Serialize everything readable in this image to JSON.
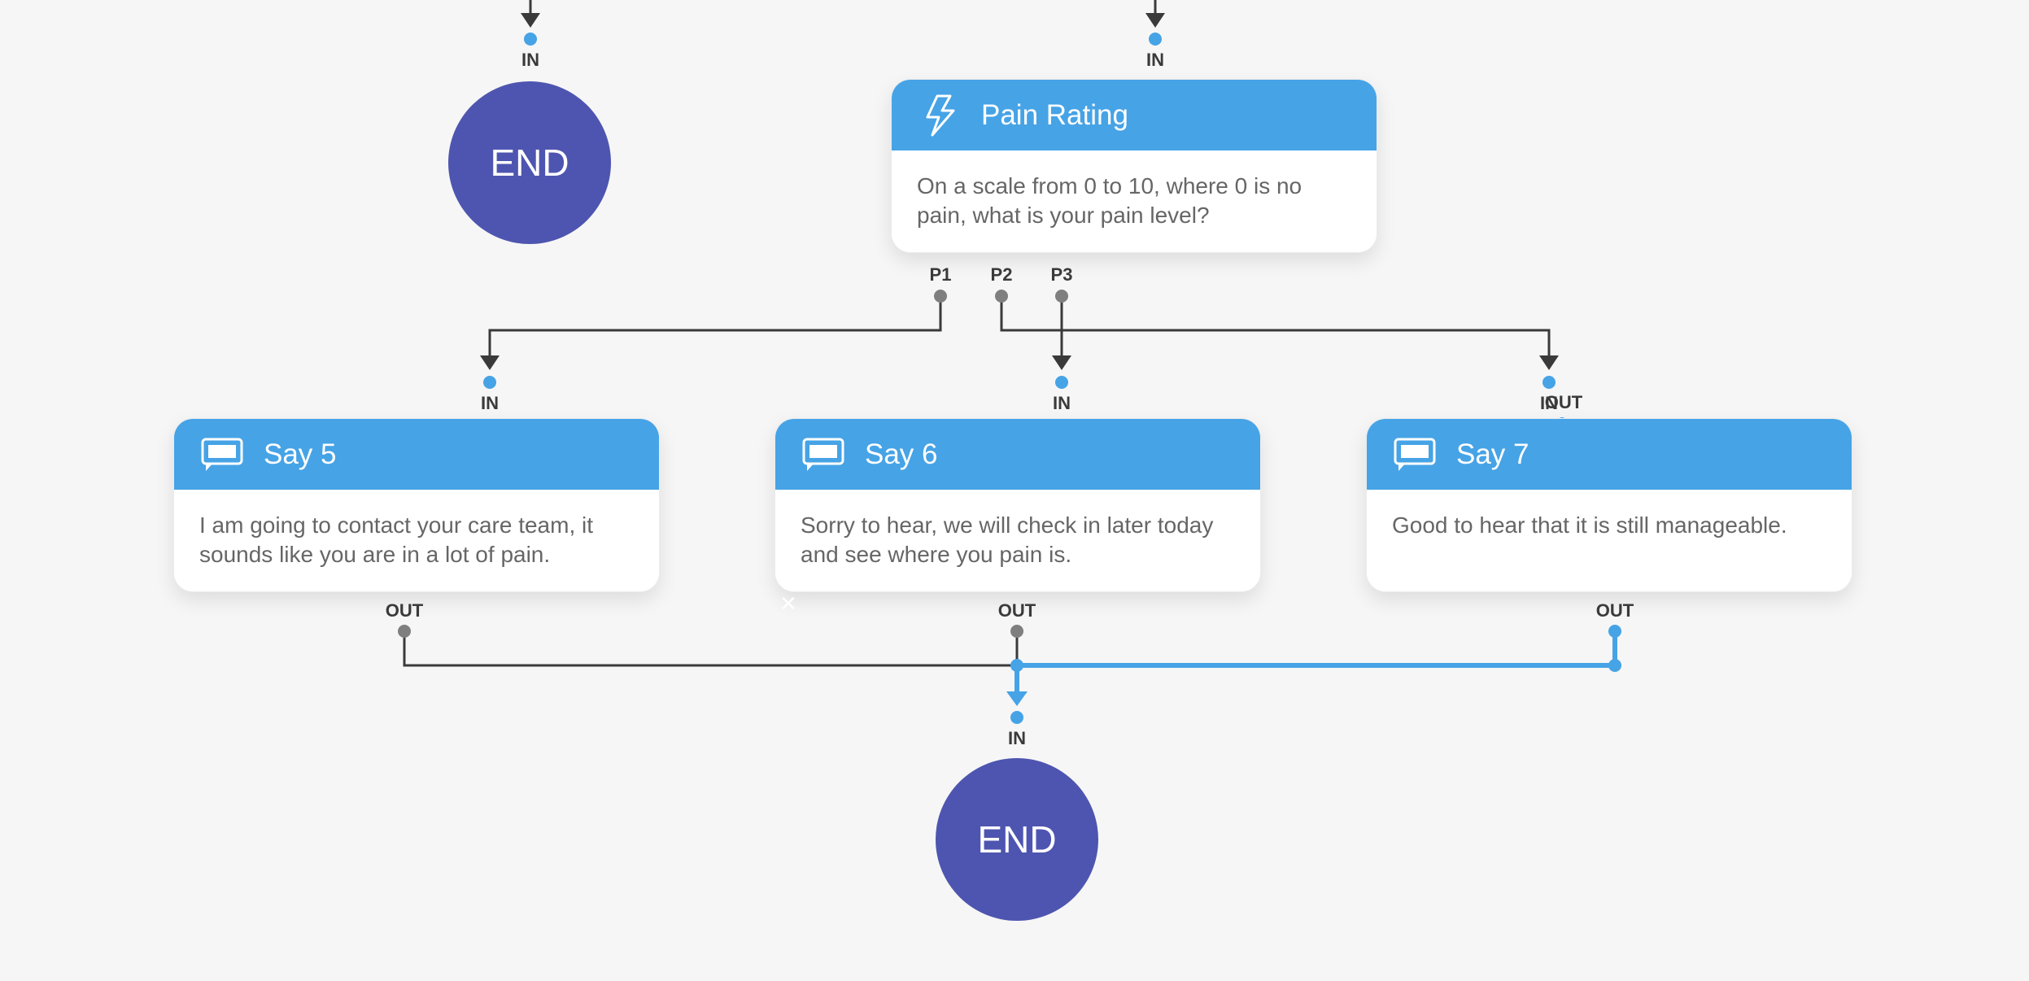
{
  "colors": {
    "canvas": "#f6f6f6",
    "node_header": "#46a3e6",
    "end_node": "#4e55b0",
    "wire_dark": "#3a3a3a",
    "wire_active": "#46a3e6",
    "port_out": "#7f7f7f"
  },
  "end_nodes": [
    {
      "label": "END"
    },
    {
      "label": "END"
    }
  ],
  "nodes": {
    "pain_rating": {
      "icon": "lightning-icon",
      "title": "Pain Rating",
      "body": "On a scale from 0 to 10, where 0 is no pain, what is your pain level?"
    },
    "say5": {
      "icon": "speech-bubble-icon",
      "title": "Say 5",
      "body": "I am going to contact your care team, it sounds like you are in a lot of pain."
    },
    "say6": {
      "icon": "speech-bubble-icon",
      "title": "Say 6",
      "body": "Sorry to hear, we will check in later today and see where you pain is."
    },
    "say7": {
      "icon": "speech-bubble-icon",
      "title": "Say 7",
      "body": "Good to hear that it is still manageable."
    }
  },
  "ports": {
    "in": "IN",
    "out": "OUT",
    "p1": "P1",
    "p2": "P2",
    "p3": "P3"
  }
}
